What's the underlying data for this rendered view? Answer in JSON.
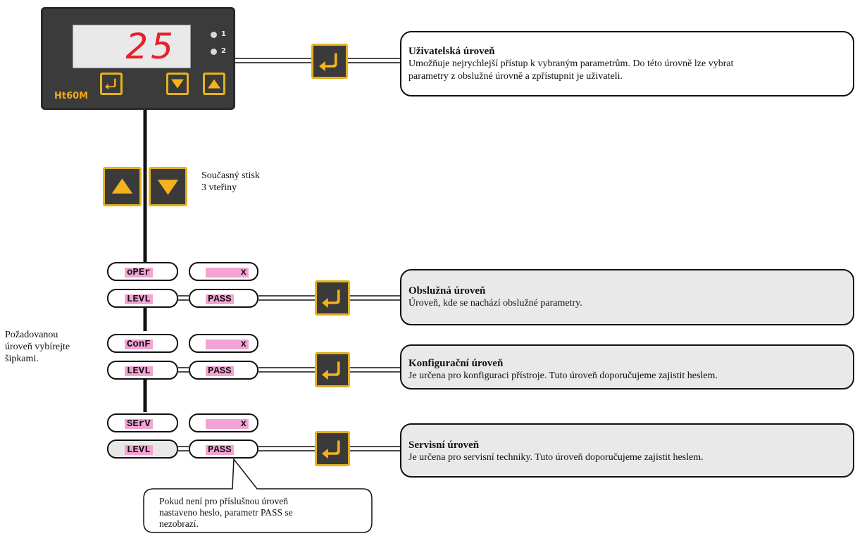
{
  "device": {
    "display_value": "25",
    "led1_label": "1",
    "led2_label": "2",
    "brand": "Ht60M"
  },
  "simultaneous_press": {
    "line1": "Současný  stisk",
    "line2": "3 vteřiny"
  },
  "side_note": {
    "line1": "Požadovanou",
    "line2": "úroveň  vybírejte",
    "line3": "šipkami."
  },
  "levels": [
    {
      "code": "oPEr",
      "level": "LEVL",
      "value": "x",
      "pass": "PASS"
    },
    {
      "code": "ConF",
      "level": "LEVL",
      "value": "x",
      "pass": "PASS"
    },
    {
      "code": "SErV",
      "level": "LEVL",
      "value": "x",
      "pass": "PASS"
    }
  ],
  "boxes": {
    "user": {
      "title": "Uživatelská úroveň",
      "line1": "Umožňuje nejrychlejší přístup k vybraným parametrům. Do této úrovně lze vybrat",
      "line2": "parametry z obslužné úrovně a zpřístupnit je uživateli."
    },
    "operator": {
      "title": "Obslužná úroveň",
      "line1": "Úroveň, kde se nachází obslužné parametry."
    },
    "config": {
      "title": "Konfigurační  úroveň",
      "line1": "Je určena pro konfiguraci přístroje. Tuto úroveň doporučujeme zajistit heslem."
    },
    "service": {
      "title": "Servisní úroveň",
      "line1": "Je určena pro servisní techniky. Tuto úroveň doporučujeme zajistit heslem."
    }
  },
  "callout": {
    "line1": "Pokud  není  pro  příslušnou  úroveň",
    "line2": "nastaveno heslo, parametr PASS   se",
    "line3": "nezobrazí."
  },
  "colors": {
    "accent_yellow": "#e5b21c",
    "display_red": "#e8202a",
    "param_pink": "#f5a3d4",
    "device_body": "#3b3b3b"
  }
}
